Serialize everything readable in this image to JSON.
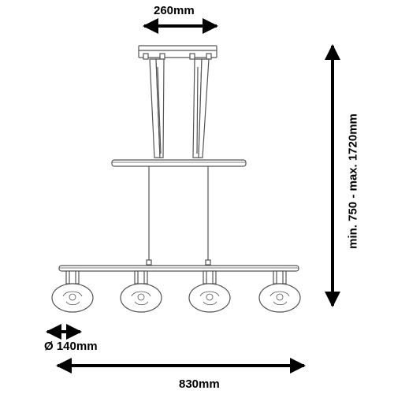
{
  "dimensions": {
    "top_width": "260mm",
    "height_range": "min. 750 - max. 1720mm",
    "shade_diameter": "Ø 140mm",
    "total_width": "830mm"
  },
  "shade_count": 4,
  "colors": {
    "line": "#555555",
    "ink": "#000000"
  }
}
